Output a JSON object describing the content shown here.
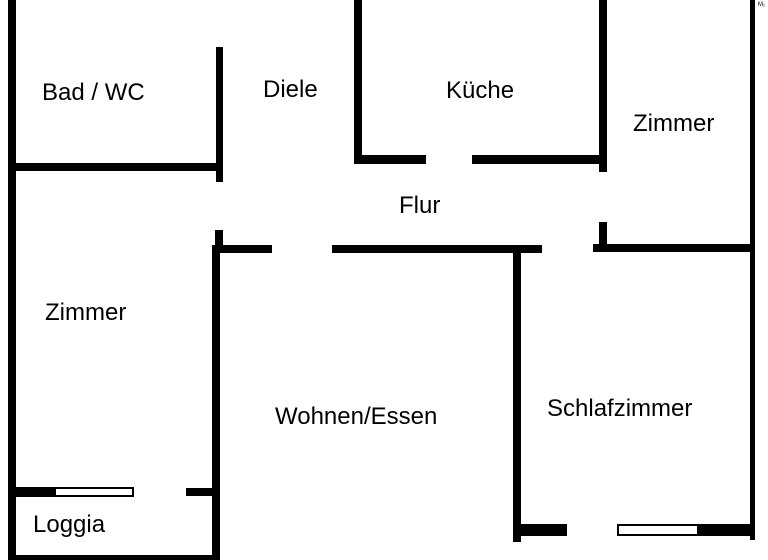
{
  "plan": {
    "rooms": {
      "bad_wc": "Bad / WC",
      "diele": "Diele",
      "kueche": "Küche",
      "zimmer_top_right": "Zimmer",
      "flur": "Flur",
      "zimmer_left": "Zimmer",
      "wohnen_essen": "Wohnen/Essen",
      "schlafzimmer": "Schlafzimmer",
      "loggia": "Loggia"
    },
    "edge_mark": "M₁"
  }
}
